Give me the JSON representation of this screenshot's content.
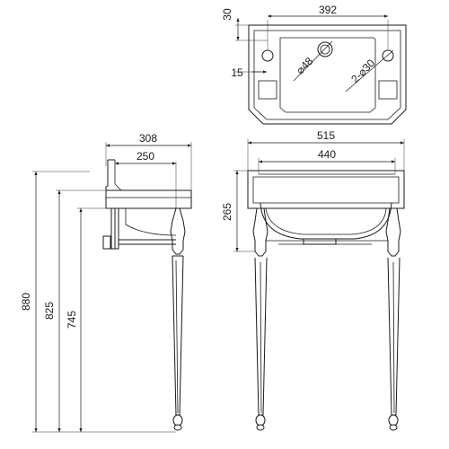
{
  "dimensions": {
    "top_view_width": "392",
    "top_view_offset": "30",
    "top_view_inset": "15",
    "tap_hole": "⌀48",
    "overflow_holes": "2-⌀30",
    "side_depth_overall": "308",
    "side_depth_bowl": "250",
    "height_overall": "880",
    "height_basin_top": "825",
    "height_basin_bottom": "745",
    "front_width_overall": "515",
    "front_width_inner": "440",
    "front_basin_height": "265"
  }
}
